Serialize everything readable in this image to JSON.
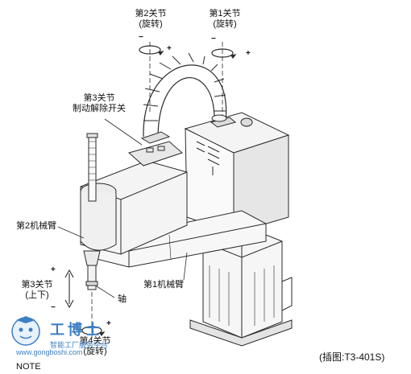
{
  "labels": {
    "joint2_title": "第2关节",
    "joint2_sub": "(旋转)",
    "joint1_title": "第1关节",
    "joint1_sub": "(旋转)",
    "joint3_brake_line1": "第3关节",
    "joint3_brake_line2": "制动解除开关",
    "arm2": "第2机械臂",
    "arm1": "第1机械臂",
    "joint3_title": "第3关节",
    "joint3_sub": "(上下)",
    "shaft": "轴",
    "joint4_title": "第4关节",
    "joint4_sub": "(旋转)",
    "figure_id": "(插图:T3-401S)",
    "note": "NOTE"
  },
  "signs": {
    "minus": "−",
    "plus": "+"
  },
  "watermark": {
    "brand": "工博士",
    "tagline": "智能工厂服务平台",
    "url": "www.gongboshi.com"
  },
  "colors": {
    "line": "#2a2a2a",
    "fill": "#f4f4f4",
    "shade": "#dcdcdc",
    "watermark": "#3d7fc4"
  }
}
